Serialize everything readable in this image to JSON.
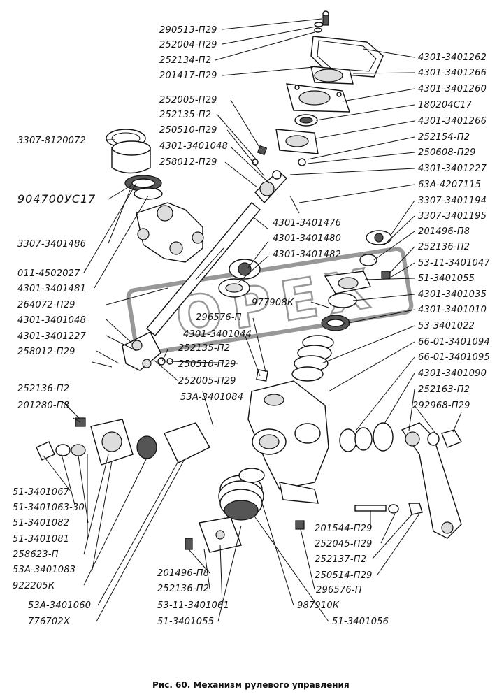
{
  "caption": "Рис. 60. Механизм рулевого управления",
  "watermark": "OPEX",
  "labels": {
    "l01": "290513-П29",
    "l02": "252004-П29",
    "l03": "252134-П2",
    "l04": "201417-П29",
    "l05": "252005-П29",
    "l06": "252135-П2",
    "l07": "250510-П29",
    "l08": "4301-3401048",
    "l09": "258012-П29",
    "l10": "3307-8120072",
    "l11": "904700УС17",
    "l12": "3307-3401486",
    "l13": "011-4502027",
    "l14": "4301-3401481",
    "l15": "264072-П29",
    "l16": "4301-3401048",
    "l17": "4301-3401227",
    "l18": "258012-П29",
    "l19": "4301-3401476",
    "l20": "4301-3401480",
    "l21": "4301-3401482",
    "l22": "977908К",
    "l23": "296576-П",
    "l24": "4301-3401044",
    "l25": "252135-П2",
    "l26": "250510-П29",
    "l27": "252005-П29",
    "l28": "53А-3401084",
    "l29": "4301-3401262",
    "l30": "4301-3401266",
    "l31": "4301-3401260",
    "l32": "180204С17",
    "l33": "4301-3401266",
    "l34": "252154-П2",
    "l35": "250608-П29",
    "l36": "4301-3401227",
    "l37": "63А-4207115",
    "l38": "3307-3401194",
    "l39": "3307-3401195",
    "l40": "201496-П8",
    "l41": "252136-П2",
    "l42": "53-11-3401047",
    "l43": "51-3401055",
    "l44": "4301-3401035",
    "l45": "4301-3401010",
    "l46": "53-3401022",
    "l47": "66-01-3401094",
    "l48": "66-01-3401095",
    "l49": "4301-3401090",
    "l50": "252163-П2",
    "l51": "292968-П29",
    "l52": "252136-П2",
    "l53": "201280-П8",
    "l54": "51-3401067",
    "l55": "51-3401063-30",
    "l56": "51-3401082",
    "l57": "51-3401081",
    "l58": "258623-П",
    "l59": "53А-3401083",
    "l60": "922205К",
    "l61": "53А-3401060",
    "l62": "776702Х",
    "l63": "201496-П8",
    "l64": "252136-П2",
    "l65": "53-11-3401061",
    "l66": "51-3401055",
    "l67": "201544-П29",
    "l68": "252045-П29",
    "l69": "252137-П2",
    "l70": "250514-П29",
    "l71": "296576-П",
    "l72": "987910К",
    "l73": "51-3401056"
  }
}
